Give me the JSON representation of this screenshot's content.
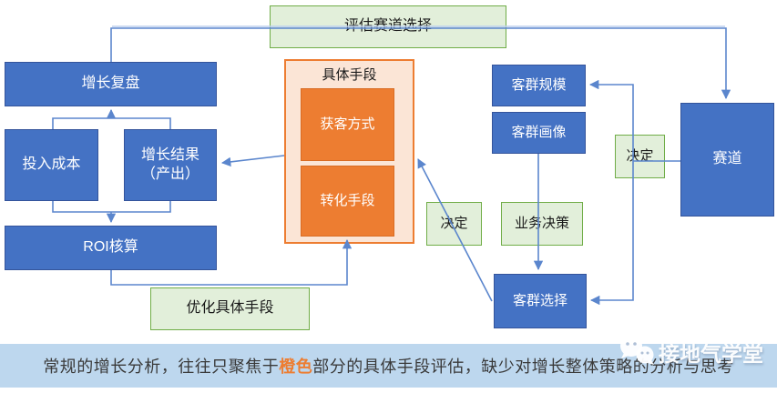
{
  "palette": {
    "node_blue": "#4472C4",
    "node_orange": "#ED7D31",
    "orange_container_fill": "#FBE5D6",
    "green_fill": "#E2EFDA",
    "green_border": "#70AD47",
    "connector_blue": "#5B86CD",
    "footer_bar_bg": "#BDD7EE",
    "highlight_orange": "#ED7D31"
  },
  "nodes": {
    "growth_review": {
      "label": "增长复盘"
    },
    "input_cost": {
      "label": "投入成本"
    },
    "growth_result": {
      "label": "增长结果\n（产出）"
    },
    "roi": {
      "label": "ROI核算"
    },
    "optimize": {
      "label": "优化具体手段"
    },
    "evaluate": {
      "label": "评估赛道选择"
    },
    "means_group": {
      "title": "具体手段"
    },
    "acquisition": {
      "label": "获客方式"
    },
    "conversion": {
      "label": "转化手段"
    },
    "segment_size": {
      "label": "客群规模"
    },
    "segment_profile": {
      "label": "客群画像"
    },
    "decide_right": {
      "label": "决定"
    },
    "decide_center": {
      "label": "决定"
    },
    "business_decision": {
      "label": "业务决策"
    },
    "segment_selection": {
      "label": "客群选择"
    },
    "track": {
      "label": "赛道"
    }
  },
  "footer": {
    "text_pre": "常规的增长分析，往往只聚焦于",
    "text_highlight": "橙色",
    "text_post": "部分的具体手段评估，缺少对增长整体策略的分析与思考"
  },
  "watermark": {
    "label": "接地气学堂",
    "icon": "wechat-icon"
  }
}
